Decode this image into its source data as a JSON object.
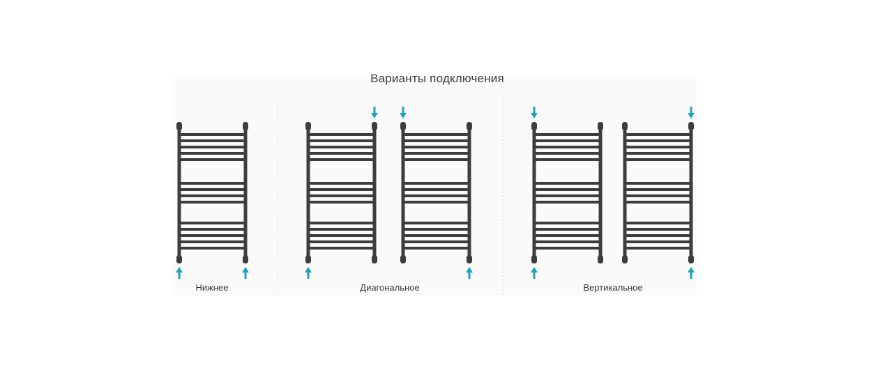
{
  "title": "Варианты подключения",
  "groups": [
    {
      "label": "Нижнее",
      "rails": [
        {
          "inlets": [
            "bottom-left",
            "bottom-right"
          ]
        }
      ]
    },
    {
      "label": "Диагональное",
      "rails": [
        {
          "inlets": [
            "top-right",
            "bottom-left"
          ]
        },
        {
          "inlets": [
            "top-left",
            "bottom-right"
          ]
        }
      ]
    },
    {
      "label": "Вертикальное",
      "rails": [
        {
          "inlets": [
            "top-left",
            "bottom-left"
          ]
        },
        {
          "inlets": [
            "top-right",
            "bottom-right"
          ]
        }
      ]
    }
  ],
  "colors": {
    "rail": "#3d3d3d",
    "arrow": "#1aa3c0",
    "text": "#3a3a3a",
    "divider": "#d9d9d9",
    "panel": "#fafafa"
  },
  "icons": {
    "arrow_down": "arrow-down-icon",
    "arrow_up": "arrow-up-icon"
  }
}
